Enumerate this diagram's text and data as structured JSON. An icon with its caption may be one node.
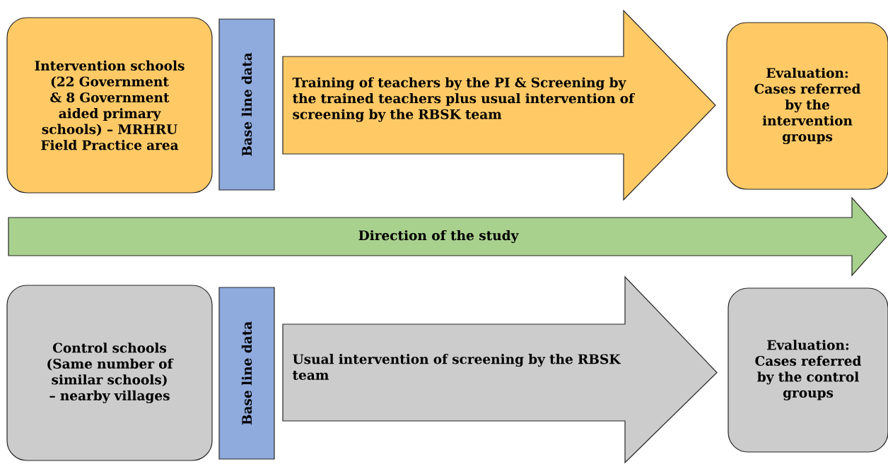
{
  "diagram": {
    "nodes": [
      {
        "text": [
          "Intervention schools (22 Government & 8 Government aided primary schools) – MRHRU Field Practice area"
        ]
      },
      {
        "text": [
          "Base line data"
        ]
      },
      {
        "text": [
          "Evaluation: Cases referred by the intervention groups"
        ]
      },
      {
        "text": [
          "Direction of the study"
        ]
      },
      {
        "text": [
          "Control schools (Same number of similar schools) – nearby villages"
        ]
      },
      {
        "text": [
          "Base line data"
        ]
      },
      {
        "text": [
          "Evaluation: Cases referred by the control groups"
        ]
      }
    ],
    "edges": [
      {
        "from": 1,
        "to": 2,
        "arrow": "to",
        "label": "Training of teachers by the PI & Screening by the trained teachers plus usual intervention of screening by the RBSK team"
      },
      {
        "from": 5,
        "to": 6,
        "arrow": "to",
        "label": "Usual intervention of screening by the RBSK team"
      }
    ]
  }
}
